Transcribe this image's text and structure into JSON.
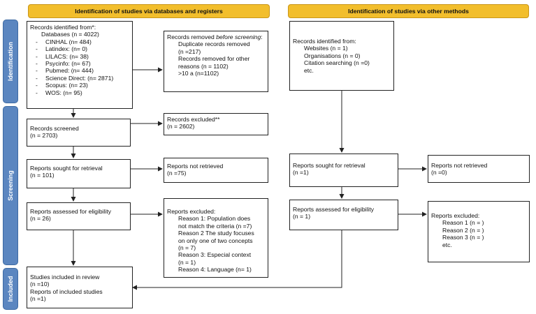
{
  "headers": {
    "left": "Identification of studies via databases and registers",
    "right": "Identification of studies via other methods"
  },
  "phases": {
    "identification": "Identification",
    "screening": "Screening",
    "included": "Included"
  },
  "db_identified": {
    "title": "Records identified from*:",
    "databases": "Databases (n = 4022)",
    "sources": [
      "CINHAL (n= 484)",
      "Latindex: (n= 0)",
      "LILACS: (n= 38)",
      "Psycinfo: (n= 67)",
      "Pubmed: (n= 444)",
      "Science Direct: (n= 2871)",
      "Scopus: (n= 23)",
      "WOS: (n= 95)"
    ]
  },
  "removed": {
    "title_prefix": "Records removed ",
    "title_emph": "before screening",
    "title_suffix": ":",
    "lines": [
      "Duplicate records removed",
      "(n =217)",
      "Records removed for other",
      "reasons (n = 1102)",
      ">10 a (n=1102)"
    ]
  },
  "screened": {
    "line1": "Records screened",
    "line2": "(n = 2703)"
  },
  "excluded": {
    "line1": "Records excluded**",
    "line2": "(n = 2602)"
  },
  "sought": {
    "line1": "Reports sought for retrieval",
    "line2": "(n = 101)"
  },
  "not_retrieved": {
    "line1": "Reports not retrieved",
    "line2": "(n =75)"
  },
  "assessed": {
    "line1": "Reports assessed for eligibility",
    "line2": "(n = 26)"
  },
  "reports_excluded": {
    "title": "Reports excluded:",
    "lines": [
      "Reason 1: Population does",
      "not match the criteria (n =7)",
      "Reason 2 The study focuses",
      "on only one of two concepts",
      "(n = 7)",
      "Reason 3: Especial context",
      "(n = 1)",
      "Reason 4: Language (n= 1)"
    ]
  },
  "included": {
    "lines": [
      "Studies included in review",
      "(n =10)",
      "Reports of included studies",
      "(n =1)"
    ]
  },
  "other_identified": {
    "title": "Records identified from:",
    "lines": [
      "Websites (n = 1)",
      "Organisations (n = 0)",
      "Citation searching (n =0)",
      "etc."
    ]
  },
  "other_sought": {
    "line1": "Reports sought for retrieval",
    "line2": "(n =1)"
  },
  "other_not_retrieved": {
    "line1": "Reports not retrieved",
    "line2": "(n =0)"
  },
  "other_assessed": {
    "line1": "Reports assessed for eligibility",
    "line2": "(n = 1)"
  },
  "other_excluded": {
    "title": "Reports excluded:",
    "lines": [
      "Reason 1 (n = )",
      "Reason 2 (n = )",
      "Reason 3 (n = )",
      "etc."
    ]
  },
  "colors": {
    "header": "#f2be2c",
    "phase": "#5b86c0",
    "line": "#222222"
  }
}
